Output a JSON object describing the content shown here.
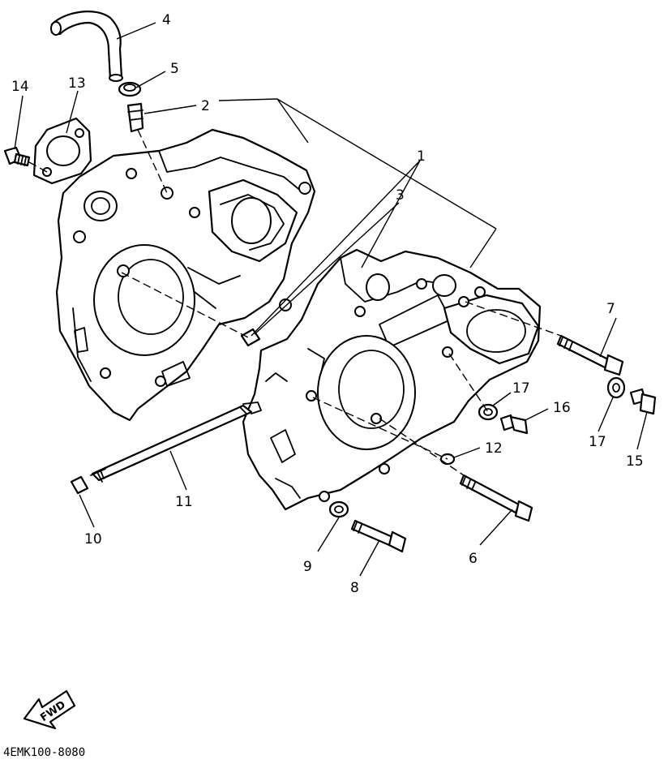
{
  "diagram": {
    "part_code": "4EMK100-8080",
    "fwd_label": "FWD",
    "callouts": [
      {
        "id": "c1",
        "label": "1"
      },
      {
        "id": "c2",
        "label": "2"
      },
      {
        "id": "c3",
        "label": "3"
      },
      {
        "id": "c4",
        "label": "4"
      },
      {
        "id": "c5",
        "label": "5"
      },
      {
        "id": "c6",
        "label": "6"
      },
      {
        "id": "c7",
        "label": "7"
      },
      {
        "id": "c8",
        "label": "8"
      },
      {
        "id": "c9",
        "label": "9"
      },
      {
        "id": "c10",
        "label": "10"
      },
      {
        "id": "c11",
        "label": "11"
      },
      {
        "id": "c12",
        "label": "12"
      },
      {
        "id": "c13",
        "label": "13"
      },
      {
        "id": "c14",
        "label": "14"
      },
      {
        "id": "c15",
        "label": "15"
      },
      {
        "id": "c16",
        "label": "16"
      },
      {
        "id": "c17a",
        "label": "17"
      },
      {
        "id": "c17b",
        "label": "17"
      }
    ]
  }
}
